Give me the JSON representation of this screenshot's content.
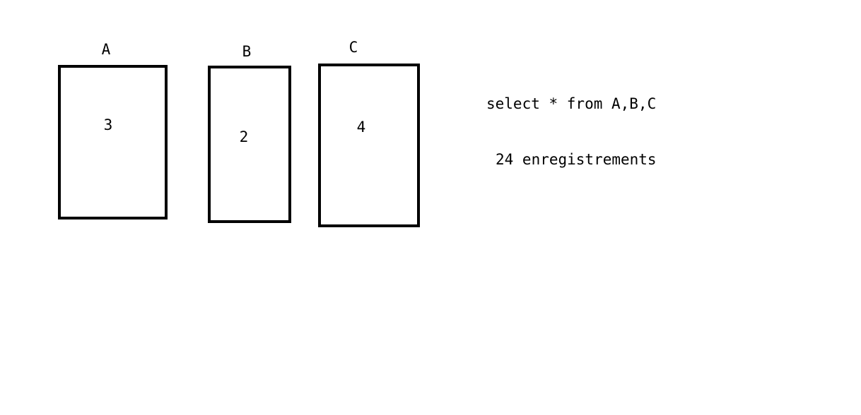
{
  "tables": [
    {
      "name": "A",
      "rows": "3"
    },
    {
      "name": "B",
      "rows": "2"
    },
    {
      "name": "C",
      "rows": "4"
    }
  ],
  "query": "select * from A,B,C",
  "result": "24 enregistrements"
}
